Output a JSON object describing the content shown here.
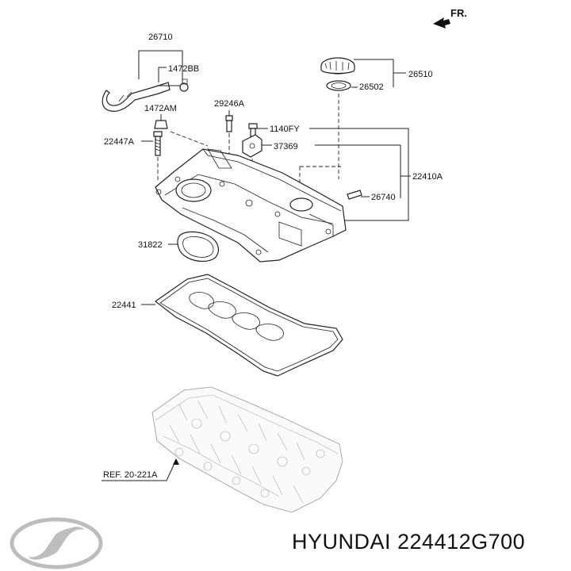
{
  "orientation": {
    "label": "FR."
  },
  "callouts": {
    "p26710": "26710",
    "p1472BB": "1472BB",
    "p1472AM": "1472AM",
    "p29246A": "29246A",
    "p1140FY": "1140FY",
    "p37369": "37369",
    "p22447A": "22447A",
    "p26510": "26510",
    "p26502": "26502",
    "p22410A": "22410A",
    "p26740": "26740",
    "p31822": "31822",
    "p22441": "22441",
    "ref": "REF. 20-221A"
  },
  "footer": {
    "brand_part": "HYUNDAI 224412G700"
  },
  "logo": {
    "icon": "hyundai-logo-icon",
    "color": "#bdbdbd"
  }
}
